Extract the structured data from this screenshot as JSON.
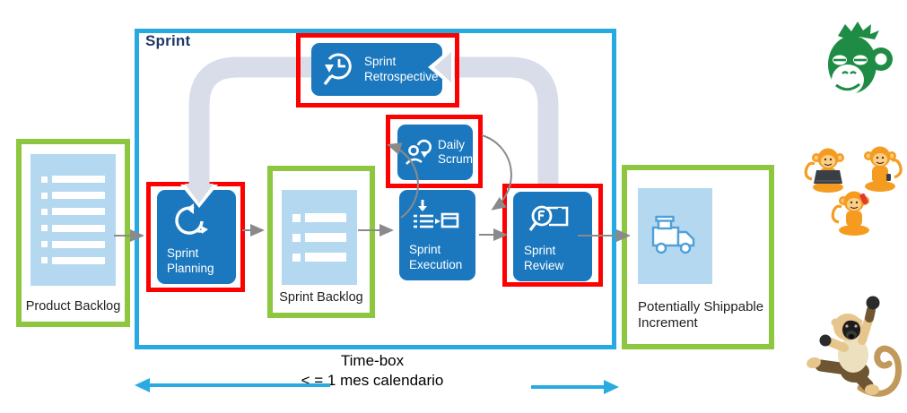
{
  "title": {
    "sprint": "Sprint"
  },
  "artifacts": {
    "product_backlog": {
      "label": "Product Backlog"
    },
    "sprint_backlog": {
      "label": "Sprint Backlog"
    },
    "shippable_increment": {
      "label": "Potentially Shippable\nIncrement"
    }
  },
  "events": {
    "sprint_planning": {
      "label": "Sprint\nPlanning"
    },
    "daily_scrum": {
      "label": "Daily\nScrum"
    },
    "sprint_execution": {
      "label": "Sprint\nExecution"
    },
    "sprint_review": {
      "label": "Sprint\nReview"
    },
    "sprint_retrospective": {
      "label": "Sprint\nRetrospective"
    }
  },
  "timebox": {
    "line1": "Time-box",
    "line2": "< = 1 mes calendario"
  },
  "colors": {
    "sprint_border": "#27A9E1",
    "event_blue": "#1B78BE",
    "artifact_lightblue": "#B4D8F0",
    "highlight_red": "#FE0000",
    "artifact_green": "#8DC63F",
    "flow_band_gray": "#D9DDE9",
    "arrow_gray": "#8A8A8A",
    "timebox_arrow_blue": "#29ABE2",
    "title_navy": "#1F3864"
  },
  "icons": {
    "sprint_planning": "iteration-loop-icon",
    "daily_scrum": "person-refresh-icon",
    "sprint_execution": "tasklist-board-icon",
    "sprint_review": "magnifier-board-icon",
    "sprint_retrospective": "history-clock-magnifier-icon",
    "shippable_increment": "delivery-truck-icon",
    "backlog": "list-icon"
  },
  "decorations": {
    "green_monkey": "green monkey head logo",
    "orange_monkeys": "three orange cartoon monkeys",
    "kungfu_monkey": "3D kung-fu monkey"
  }
}
